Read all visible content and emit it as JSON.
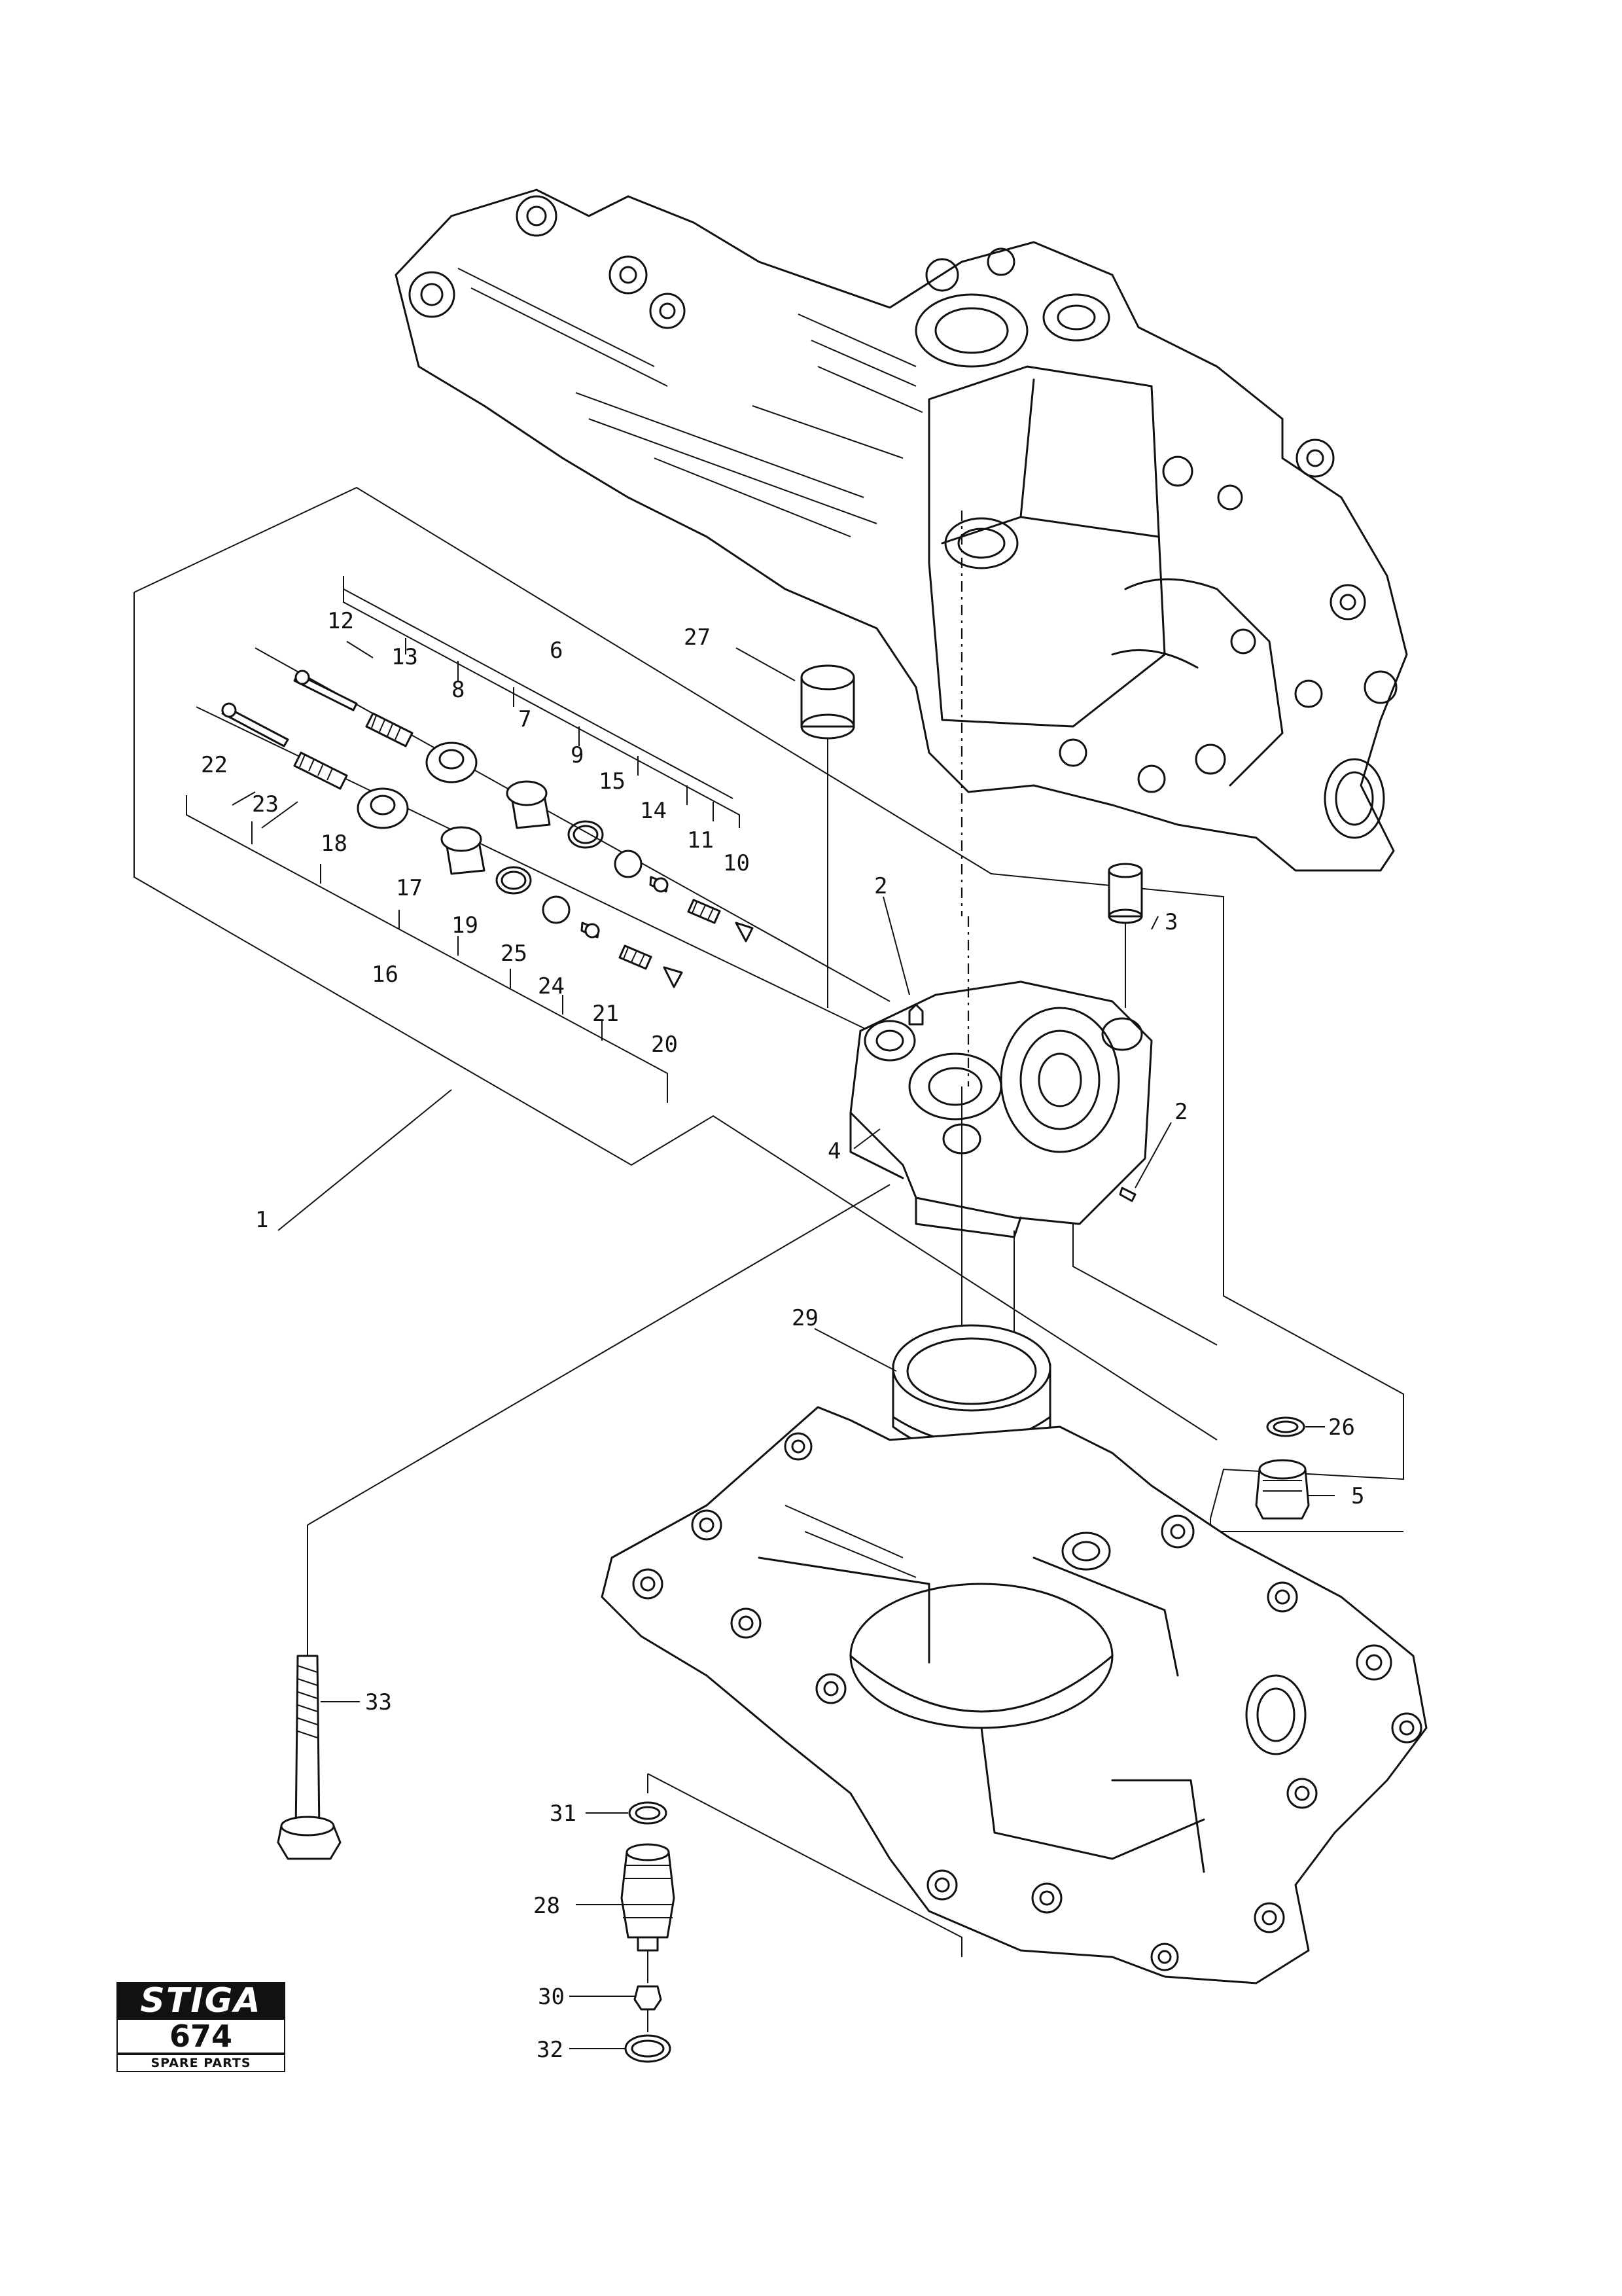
{
  "callouts": {
    "c1": "1",
    "c2a": "2",
    "c2b": "2",
    "c3": "3",
    "c4": "4",
    "c5": "5",
    "c6": "6",
    "c7": "7",
    "c8": "8",
    "c9": "9",
    "c10": "10",
    "c11": "11",
    "c12": "12",
    "c13": "13",
    "c14": "14",
    "c15": "15",
    "c16": "16",
    "c17": "17",
    "c18": "18",
    "c19": "19",
    "c20": "20",
    "c21": "21",
    "c22": "22",
    "c23": "23",
    "c24": "24",
    "c25": "25",
    "c26": "26",
    "c27": "27",
    "c28": "28",
    "c29": "29",
    "c30": "30",
    "c31": "31",
    "c32": "32",
    "c33": "33"
  },
  "logo": {
    "brand": "STIGA",
    "model": "674",
    "caption": "SPARE PARTS"
  }
}
